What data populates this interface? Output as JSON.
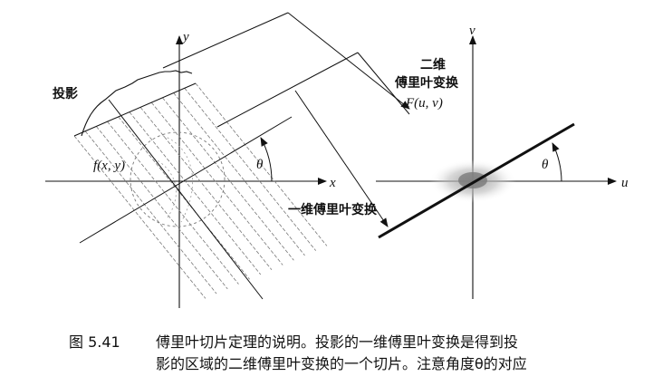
{
  "left_panel": {
    "axis_x": "x",
    "axis_y": "y",
    "function_label": "f(x, y)",
    "projection_label": "投影",
    "theta": "θ"
  },
  "fourier_labels": {
    "one_d": "一维傅里叶变换",
    "two_d_line1": "二维",
    "two_d_line2": "傅里叶变换",
    "F_label": "F(u, v)"
  },
  "right_panel": {
    "axis_u": "u",
    "axis_v": "v",
    "theta": "θ"
  },
  "caption": {
    "figure_number": "图 5.41",
    "line1": "傅里叶切片定理的说明。投影的一维傅里叶变换是得到投",
    "line2": "影的区域的二维傅里叶变换的一个切片。注意角度θ的对应"
  }
}
